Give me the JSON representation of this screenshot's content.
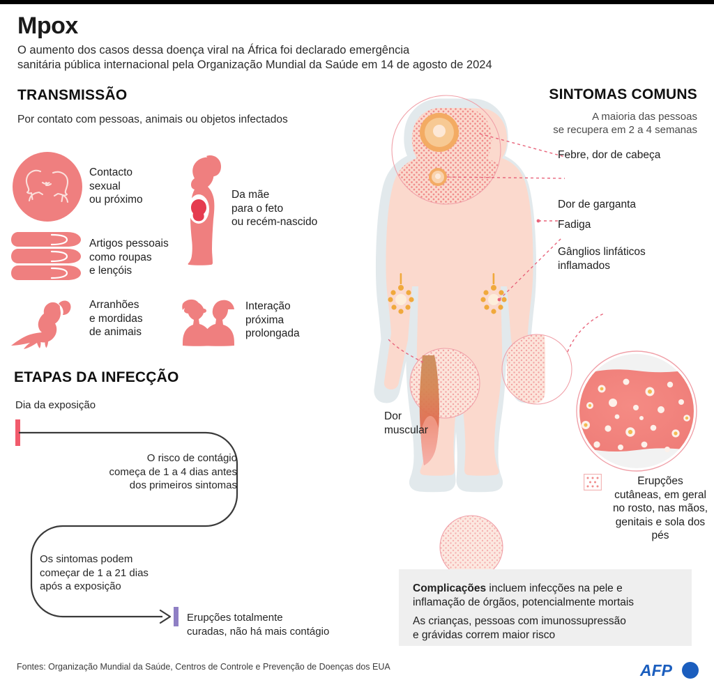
{
  "header": {
    "title": "Mpox",
    "subtitle_line1": "O aumento dos casos dessa doença viral na África foi declarado emergência",
    "subtitle_line2": "sanitária pública internacional pela Organização Mundial da Saúde em 14 de agosto de 2024"
  },
  "transmission": {
    "heading": "TRANSMISSÃO",
    "subheading": "Por contato com pessoas, animais ou objetos infectados",
    "items": [
      {
        "icon": "kissing-couple-icon",
        "label_line1": "Contacto",
        "label_line2": "sexual",
        "label_line3": "ou próximo"
      },
      {
        "icon": "folded-clothes-icon",
        "label_line1": "Artigos pessoais",
        "label_line2": "como roupas",
        "label_line3": "e lençóis"
      },
      {
        "icon": "squirrel-animal-icon",
        "label_line1": "Arranhões",
        "label_line2": "e mordidas",
        "label_line3": "de animais"
      },
      {
        "icon": "pregnant-woman-icon",
        "label_line1": "Da mãe",
        "label_line2": "para o feto",
        "label_line3": "ou recém-nascido"
      },
      {
        "icon": "two-people-talking-icon",
        "label_line1": "Interação",
        "label_line2": "próxima",
        "label_line3": "prolongada"
      }
    ]
  },
  "stages": {
    "heading": "ETAPAS DA INFECÇÃO",
    "day_label": "Dia da exposição",
    "risk_line1": "O risco de contágio",
    "risk_line2": "começa de 1 a 4 dias antes",
    "risk_line3": "dos primeiros sintomas",
    "symptoms_line1": "Os sintomas podem",
    "symptoms_line2": "começar de 1 a 21 dias",
    "symptoms_line3": "após a exposição",
    "end_line1": "Erupções totalmente",
    "end_line2": "curadas, não há mais contágio",
    "start_marker_color": "#f15b6c",
    "end_marker_color": "#8f7fc4"
  },
  "symptoms": {
    "heading": "SINTOMAS COMUNS",
    "subheading_line1": "A maioria das pessoas",
    "subheading_line2": "se recupera em 2 a 4 semanas",
    "callouts": [
      {
        "name": "fever-headache",
        "line1": "Febre, dor de cabeça"
      },
      {
        "name": "sore-throat",
        "line1": "Dor de garganta"
      },
      {
        "name": "fatigue",
        "line1": "Fadiga"
      },
      {
        "name": "swollen-lymph-nodes",
        "line1": "Gânglios linfáticos",
        "line2": "inflamados"
      },
      {
        "name": "muscle-pain",
        "line1": "Dor",
        "line2": "muscular"
      }
    ],
    "rash_legend_line1": "Erupções",
    "rash_legend_line2": "cutâneas, em geral",
    "rash_legend_line3": "no rosto, nas mãos,",
    "rash_legend_line4": "genitais e sola dos pés"
  },
  "complications": {
    "bold_word": "Complicações",
    "line1_rest": " incluem infecções na pele e",
    "line2": "inflamação de órgãos, potencialmente mortais",
    "line3": "As crianças, pessoas com imunossupressão",
    "line4": "e grávidas correm maior risco"
  },
  "footer": {
    "sources": "Fontes: Organização Mundial da Saúde, Centros de Controle e Prevenção de Doenças dos EUA",
    "agency": "AFP",
    "agency_color": "#1b5ebe"
  },
  "colors": {
    "salmon": "#ef7f7f",
    "skin": "#fbd9cd",
    "rash_dot": "#f08c8c",
    "node_orange": "#f0a93c",
    "black_bar": "#000000",
    "grey_panel": "#efefef"
  }
}
